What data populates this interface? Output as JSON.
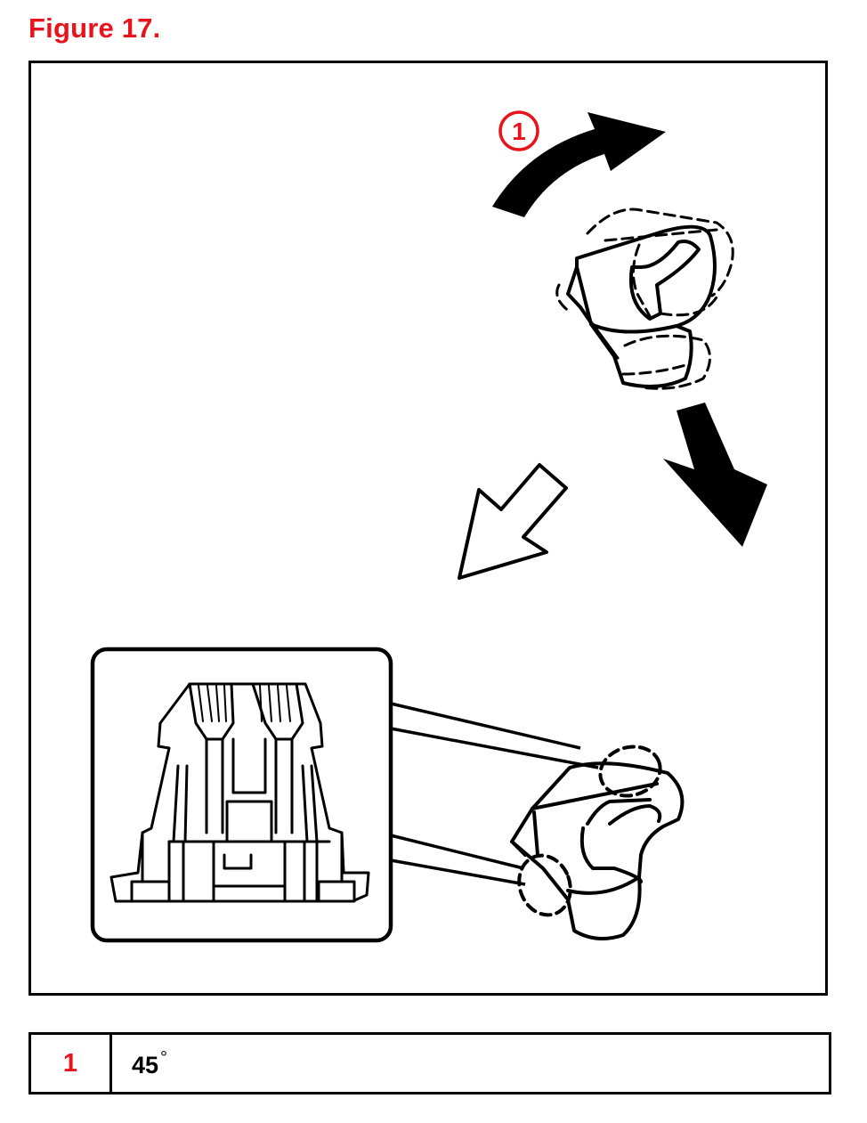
{
  "figure": {
    "title": "Figure 17."
  },
  "callout": {
    "number": "1"
  },
  "legend": {
    "rows": [
      {
        "number": "1",
        "description": "45",
        "unit": "°"
      }
    ]
  },
  "colors": {
    "accent": "#e8141c",
    "line": "#000000",
    "background": "#ffffff"
  },
  "icons": {
    "rotate": "curved-rotate-arrow-icon",
    "pull": "outline-pull-arrow-icon",
    "push": "solid-push-arrow-icon"
  }
}
